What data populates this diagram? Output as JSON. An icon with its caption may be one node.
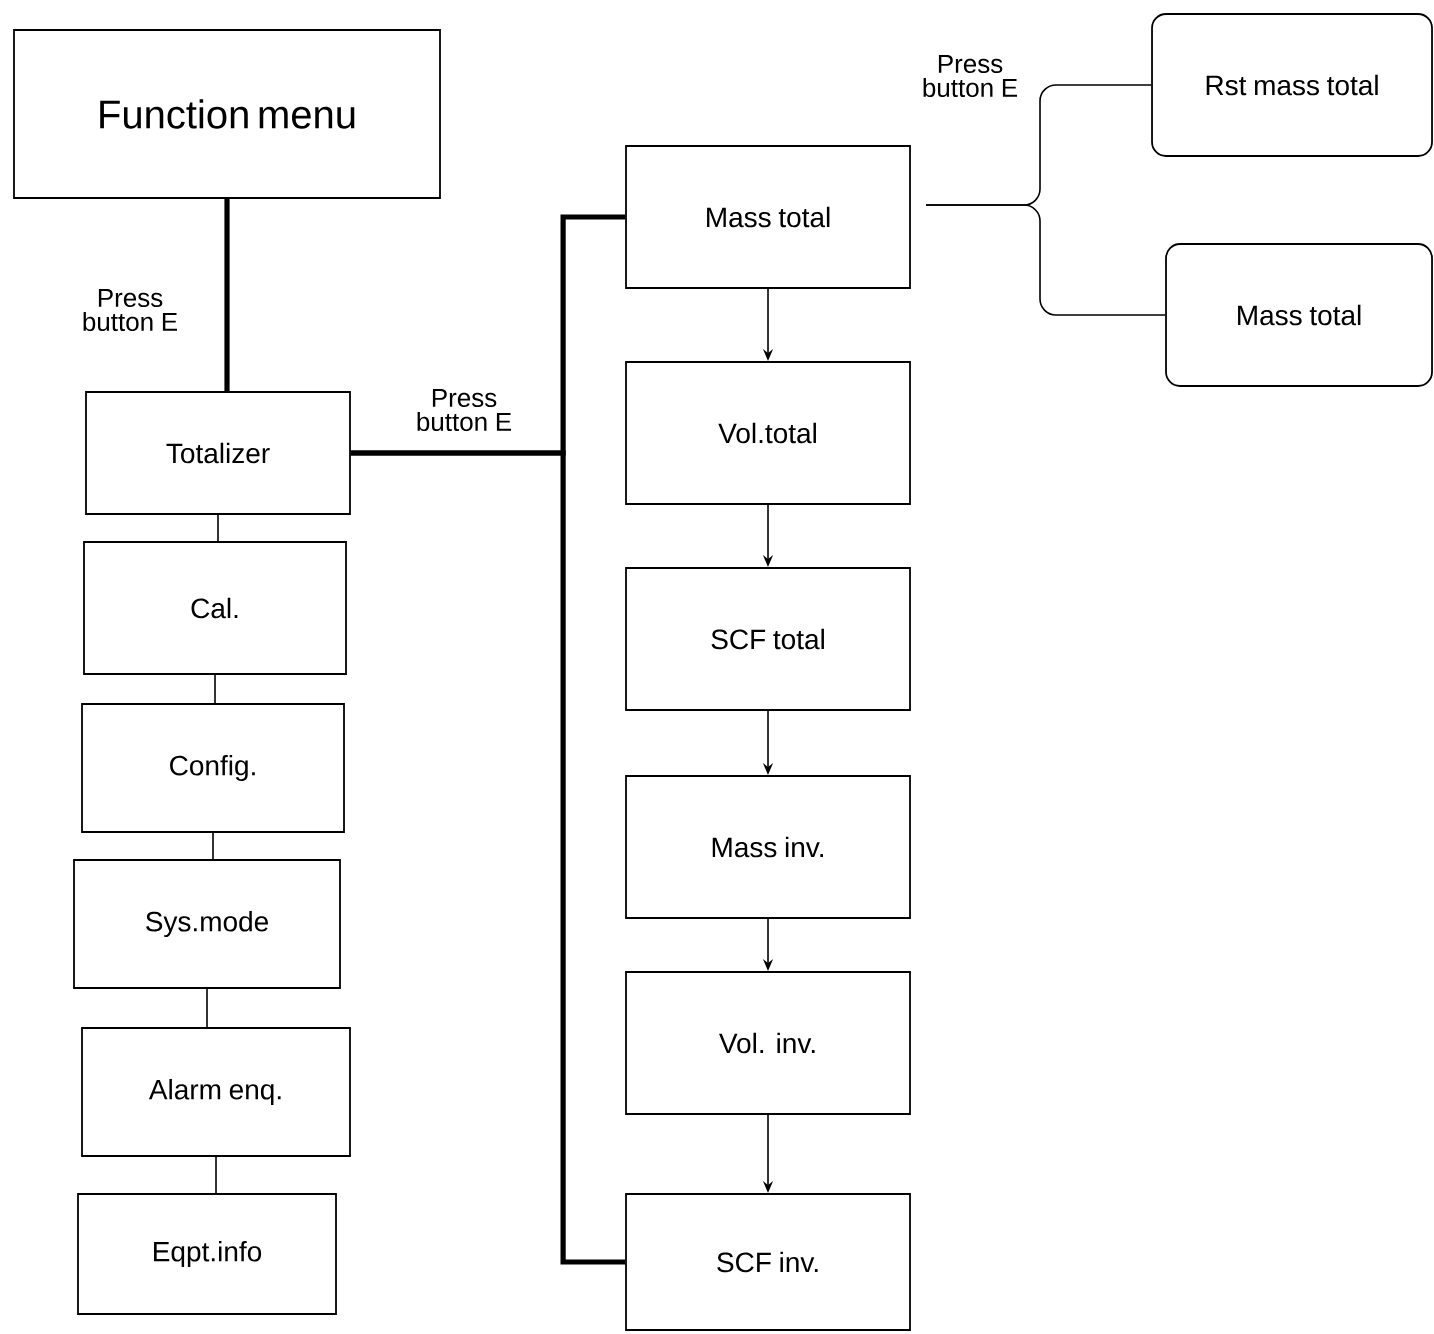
{
  "diagram": {
    "nodes": [
      {
        "text": [
          "Function menu"
        ]
      },
      {
        "text": [
          "Totalizer"
        ]
      },
      {
        "text": [
          "Cal."
        ]
      },
      {
        "text": [
          "Config."
        ]
      },
      {
        "text": [
          "Sys.mode"
        ]
      },
      {
        "text": [
          "Alarm enq."
        ]
      },
      {
        "text": [
          "Eqpt.info"
        ]
      },
      {
        "text": [
          "Mass total"
        ]
      },
      {
        "text": [
          "Vol.total"
        ]
      },
      {
        "text": [
          "SCF total"
        ]
      },
      {
        "text": [
          "Mass inv."
        ]
      },
      {
        "text": [
          "Vol. inv."
        ]
      },
      {
        "text": [
          "SCF inv."
        ]
      },
      {
        "text": [
          "Rst mass total"
        ]
      },
      {
        "text": [
          "Mass total"
        ]
      }
    ],
    "edges": [
      {
        "from": 0,
        "to": 1,
        "arrow": "none",
        "label": "Press button E",
        "style": "thick"
      },
      {
        "from": 1,
        "to": 2,
        "arrow": "none"
      },
      {
        "from": 2,
        "to": 3,
        "arrow": "none"
      },
      {
        "from": 3,
        "to": 4,
        "arrow": "none"
      },
      {
        "from": 4,
        "to": 5,
        "arrow": "none"
      },
      {
        "from": 5,
        "to": 6,
        "arrow": "none"
      },
      {
        "from": 1,
        "to": 7,
        "arrow": "none",
        "label": "Press button E",
        "style": "thick"
      },
      {
        "from": 1,
        "to": 12,
        "arrow": "none",
        "style": "thick"
      },
      {
        "from": 7,
        "to": 8,
        "arrow": "to"
      },
      {
        "from": 8,
        "to": 9,
        "arrow": "to"
      },
      {
        "from": 9,
        "to": 10,
        "arrow": "to"
      },
      {
        "from": 10,
        "to": 11,
        "arrow": "to"
      },
      {
        "from": 11,
        "to": 12,
        "arrow": "to"
      },
      {
        "from": 7,
        "to": 13,
        "arrow": "none",
        "label": "Press button E"
      },
      {
        "from": 7,
        "to": 14,
        "arrow": "none"
      }
    ]
  }
}
